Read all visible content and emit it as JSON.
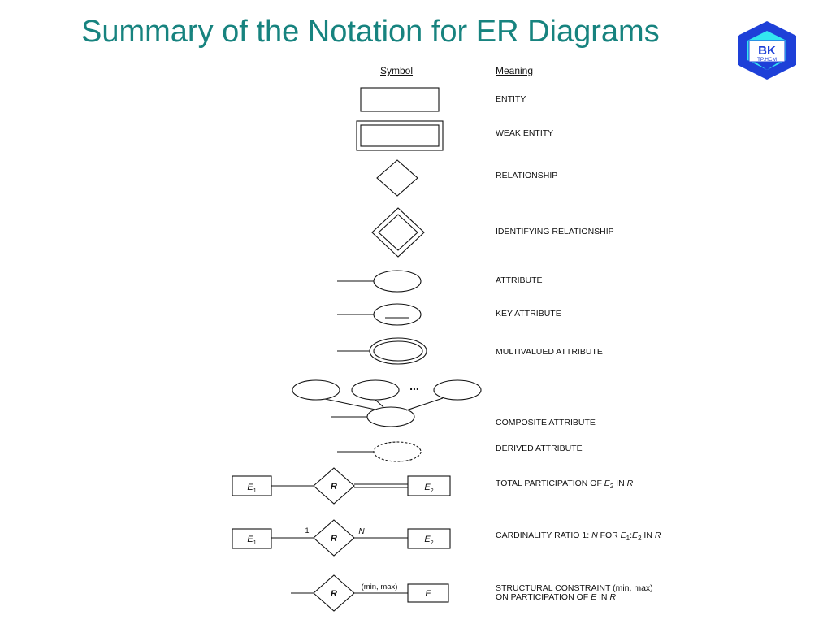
{
  "title": "Summary of the Notation for ER Diagrams",
  "logo": {
    "text": "BK",
    "subtext": "TP.HCM"
  },
  "headers": {
    "symbol": "Symbol",
    "meaning": "Meaning"
  },
  "meanings": {
    "entity": "ENTITY",
    "weak_entity": "WEAK ENTITY",
    "relationship": "RELATIONSHIP",
    "identifying_relationship": "IDENTIFYING RELATIONSHIP",
    "attribute": "ATTRIBUTE",
    "key_attribute": "KEY ATTRIBUTE",
    "multivalued_attribute": "MULTIVALUED ATTRIBUTE",
    "composite_attribute": "COMPOSITE ATTRIBUTE",
    "derived_attribute": "DERIVED ATTRIBUTE",
    "total_participation": {
      "prefix": "TOTAL PARTICIPATION OF ",
      "entity": "E",
      "entity_sub": "2",
      "suffix": " IN ",
      "rel": "R"
    },
    "cardinality": {
      "prefix": "CARDINALITY RATIO 1: ",
      "n": "N",
      "mid": " FOR ",
      "e1": "E",
      "e1_sub": "1",
      "colon": ":",
      "e2": "E",
      "e2_sub": "2",
      "suffix": " IN ",
      "rel": "R"
    },
    "structural_line1": "STRUCTURAL CONSTRAINT (min, max)",
    "structural_line2": {
      "prefix": "ON PARTICIPATION OF ",
      "entity": "E",
      "suffix": " IN ",
      "rel": "R"
    }
  },
  "labels": {
    "ellipsis": "...",
    "r": "R",
    "e": "E",
    "e1": "E",
    "e2": "E",
    "sub1": "1",
    "sub2": "2",
    "one": "1",
    "n": "N",
    "minmax": "(min, max)"
  }
}
